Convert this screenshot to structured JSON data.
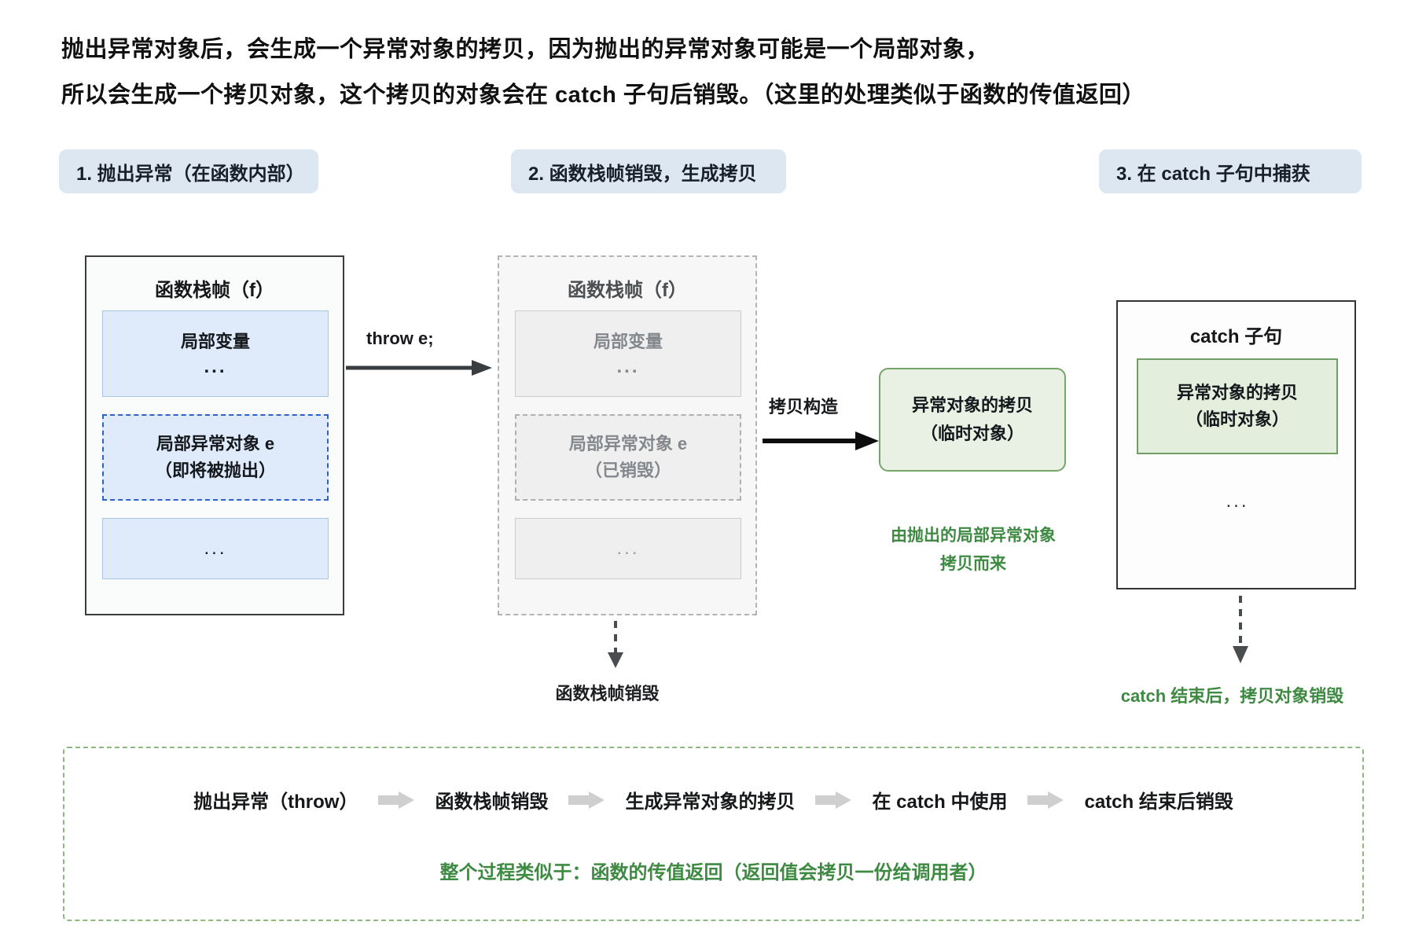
{
  "title": {
    "line1": "抛出异常对象后，会生成一个异常对象的拷贝，因为抛出的异常对象可能是一个局部对象，",
    "line2": "所以会生成一个拷贝对象，这个拷贝的对象会在 catch 子句后销毁。（这里的处理类似于函数的传值返回）"
  },
  "steps": [
    {
      "label": "1. 抛出异常（在函数内部）"
    },
    {
      "label": "2. 函数栈帧销毁，生成拷贝"
    },
    {
      "label": "3. 在 catch 子句中捕获"
    }
  ],
  "frames": {
    "active": {
      "title": "函数栈帧（f）",
      "slots": {
        "locals_label": "局部变量",
        "locals_dots": "...",
        "exception_line1": "局部异常对象 e",
        "exception_line2": "（即将被抛出）",
        "rest_dots": "..."
      }
    },
    "destroyed": {
      "title": "函数栈帧（f）",
      "slots": {
        "locals_label": "局部变量",
        "locals_dots": "...",
        "exception_line1": "局部异常对象 e",
        "exception_line2": "（已销毁）",
        "rest_dots": "..."
      }
    },
    "catch": {
      "title": "catch 子句",
      "copy_line1": "异常对象的拷贝",
      "copy_line2": "（临时对象）",
      "dots": "..."
    }
  },
  "copy_temp": {
    "line1": "异常对象的拷贝",
    "line2": "（临时对象）",
    "note_line1": "由抛出的局部异常对象",
    "note_line2": "拷贝而来"
  },
  "arrows": {
    "throw_label": "throw e;",
    "copy_ctor_label": "拷贝构造",
    "frame_destroyed_label": "函数栈帧销毁",
    "catch_destroyed_label": "catch 结束后，拷贝对象销毁"
  },
  "summary": {
    "flow": [
      "抛出异常（throw）",
      "函数栈帧销毁",
      "生成异常对象的拷贝",
      "在 catch 中使用",
      "catch 结束后销毁"
    ],
    "note": "整个过程类似于：函数的传值返回（返回值会拷贝一份给调用者）"
  },
  "colors": {
    "pill_bg": "#dde7f2",
    "blue_slot_bg": "#dfeafb",
    "blue_dashed_border": "#2f62c4",
    "green_text": "#3f8a43",
    "green_box_bg": "#e9f1e4",
    "green_box_border": "#76a569",
    "gray_slot_bg": "#efefef",
    "summary_border": "#8db87f"
  }
}
